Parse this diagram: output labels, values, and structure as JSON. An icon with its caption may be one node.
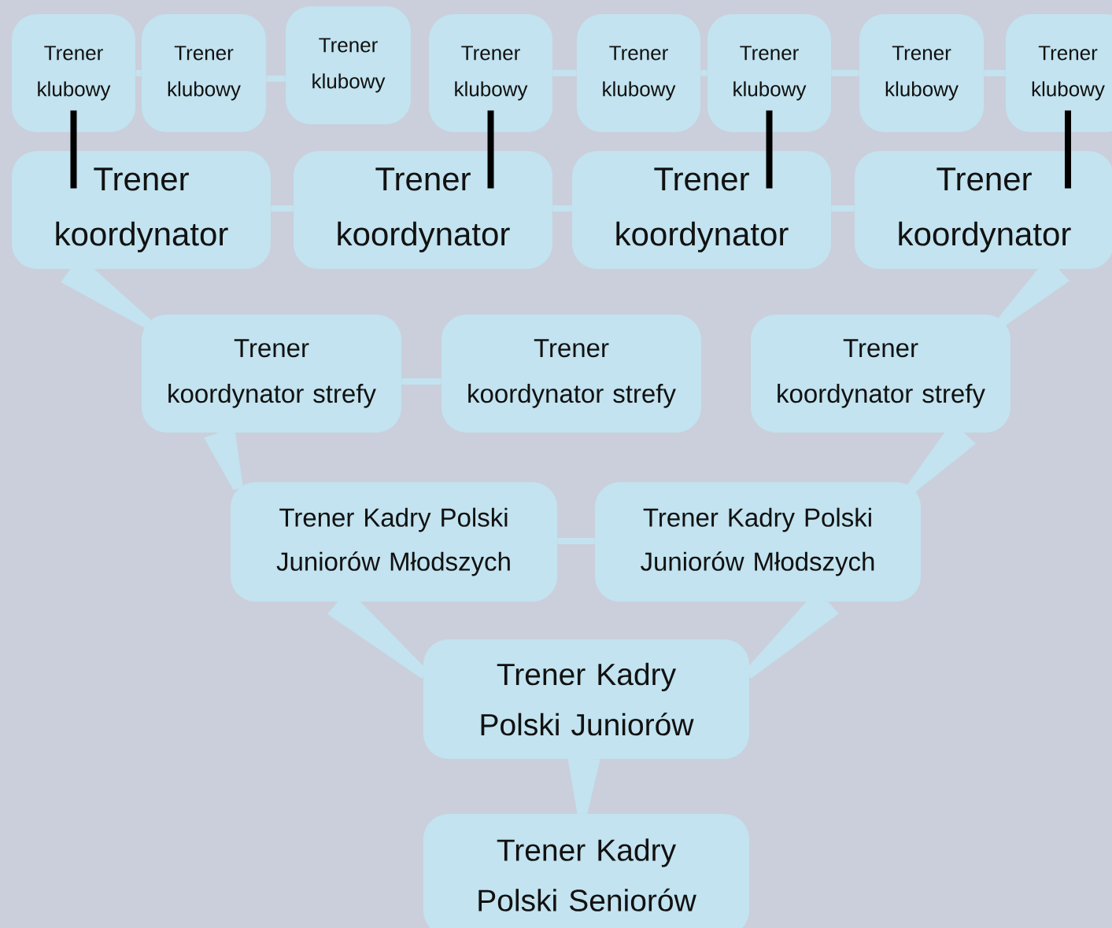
{
  "diagram": {
    "nodes": [
      {
        "text": [
          "Trener klubowy"
        ]
      },
      {
        "text": [
          "Trener klubowy"
        ]
      },
      {
        "text": [
          "Trener klubowy"
        ]
      },
      {
        "text": [
          "Trener klubowy"
        ]
      },
      {
        "text": [
          "Trener klubowy"
        ]
      },
      {
        "text": [
          "Trener klubowy"
        ]
      },
      {
        "text": [
          "Trener klubowy"
        ]
      },
      {
        "text": [
          "Trener klubowy"
        ]
      },
      {
        "text": [
          "Trener koordynator"
        ]
      },
      {
        "text": [
          "Trener koordynator"
        ]
      },
      {
        "text": [
          "Trener koordynator"
        ]
      },
      {
        "text": [
          "Trener koordynator"
        ]
      },
      {
        "text": [
          "Trener koordynator strefy"
        ]
      },
      {
        "text": [
          "Trener koordynator strefy"
        ]
      },
      {
        "text": [
          "Trener koordynator strefy"
        ]
      },
      {
        "text": [
          "Trener Kadry Polski Juniorów Młodszych"
        ]
      },
      {
        "text": [
          "Trener Kadry Polski Juniorów Młodszych"
        ]
      },
      {
        "text": [
          "Trener Kadry Polski Juniorów"
        ]
      },
      {
        "text": [
          "Trener Kadry Polski Seniorów"
        ]
      }
    ],
    "edges": [
      {
        "from": 0,
        "to": 1,
        "arrow": "none"
      },
      {
        "from": 1,
        "to": 2,
        "arrow": "none"
      },
      {
        "from": 3,
        "to": 4,
        "arrow": "none"
      },
      {
        "from": 4,
        "to": 5,
        "arrow": "none"
      },
      {
        "from": 5,
        "to": 6,
        "arrow": "none"
      },
      {
        "from": 6,
        "to": 7,
        "arrow": "none"
      },
      {
        "from": 0,
        "to": 8,
        "arrow": "none",
        "color": "#000000"
      },
      {
        "from": 3,
        "to": 9,
        "arrow": "none",
        "color": "#000000"
      },
      {
        "from": 5,
        "to": 10,
        "arrow": "none",
        "color": "#000000"
      },
      {
        "from": 7,
        "to": 11,
        "arrow": "none",
        "color": "#000000"
      },
      {
        "from": 8,
        "to": 9,
        "arrow": "none"
      },
      {
        "from": 9,
        "to": 10,
        "arrow": "none"
      },
      {
        "from": 10,
        "to": 11,
        "arrow": "none"
      },
      {
        "from": 8,
        "to": 12,
        "arrow": "none",
        "style": "thick"
      },
      {
        "from": 11,
        "to": 14,
        "arrow": "none",
        "style": "thick"
      },
      {
        "from": 12,
        "to": 13,
        "arrow": "none"
      },
      {
        "from": 12,
        "to": 15,
        "arrow": "none",
        "style": "thick"
      },
      {
        "from": 14,
        "to": 16,
        "arrow": "none",
        "style": "thick"
      },
      {
        "from": 15,
        "to": 16,
        "arrow": "none"
      },
      {
        "from": 15,
        "to": 17,
        "arrow": "none",
        "style": "thick"
      },
      {
        "from": 16,
        "to": 17,
        "arrow": "none",
        "style": "thick"
      },
      {
        "from": 17,
        "to": 18,
        "arrow": "none",
        "style": "thick"
      }
    ]
  }
}
